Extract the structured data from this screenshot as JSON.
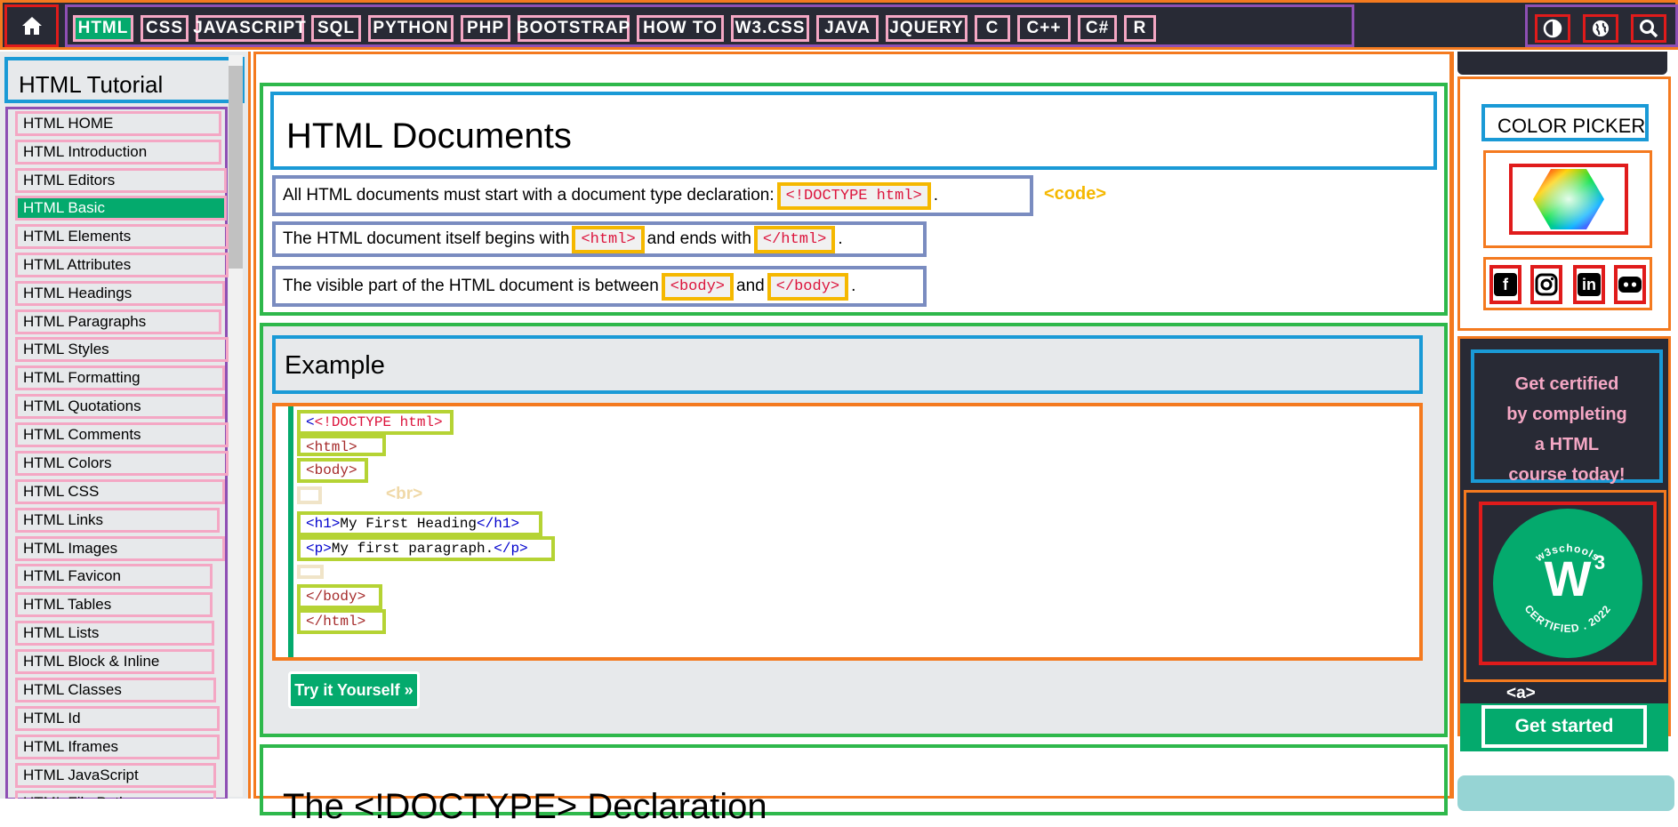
{
  "topnav": {
    "items": [
      "HTML",
      "CSS",
      "JAVASCRIPT",
      "SQL",
      "PYTHON",
      "PHP",
      "BOOTSTRAP",
      "HOW TO",
      "W3.CSS",
      "JAVA",
      "JQUERY",
      "C",
      "C++",
      "C#",
      "R"
    ],
    "active": "HTML",
    "icons": [
      "home-icon",
      "contrast-icon",
      "globe-icon",
      "search-icon"
    ]
  },
  "sidebar": {
    "title": "HTML Tutorial",
    "items": [
      "HTML HOME",
      "HTML Introduction",
      "HTML Editors",
      "HTML Basic",
      "HTML Elements",
      "HTML Attributes",
      "HTML Headings",
      "HTML Paragraphs",
      "HTML Styles",
      "HTML Formatting",
      "HTML Quotations",
      "HTML Comments",
      "HTML Colors",
      "HTML CSS",
      "HTML Links",
      "HTML Images",
      "HTML Favicon",
      "HTML Tables",
      "HTML Lists",
      "HTML Block & Inline",
      "HTML Classes",
      "HTML Id",
      "HTML Iframes",
      "HTML JavaScript",
      "HTML File Paths"
    ],
    "active": "HTML Basic"
  },
  "main": {
    "section_title": "HTML Documents",
    "p1": {
      "text": "All HTML documents must start with a document type declaration:",
      "code": "<!DOCTYPE html>",
      "end": "."
    },
    "p2": {
      "t1": "The HTML document itself begins with",
      "c1": "<html>",
      "t2": "and ends with",
      "c2": "</html>",
      "end": "."
    },
    "p3": {
      "t1": "The visible part of the HTML document is between",
      "c1": "<body>",
      "t2": "and",
      "c2": "</body>",
      "end": "."
    },
    "code_label": "<code>",
    "example_title": "Example",
    "br_label": "<br>",
    "code": {
      "doctype": "<!DOCTYPE html>",
      "html_open": "<html>",
      "body_open": "<body>",
      "h1_open": "<h1>",
      "h1_text": "My First Heading",
      "h1_close": "</h1>",
      "p_open": "<p>",
      "p_text": "My first paragraph.",
      "p_close": "</p>",
      "body_close": "</body>",
      "html_close": "</html>"
    },
    "try_button": "Try it Yourself »",
    "next_title": "The <!DOCTYPE> Declaration"
  },
  "right": {
    "picker_title": "COLOR PICKER",
    "social": [
      "facebook-icon",
      "instagram-icon",
      "linkedin-icon",
      "discord-icon"
    ],
    "cert_line1": "Get certified",
    "cert_line2": "by completing",
    "cert_line3": "a HTML",
    "cert_line4": "course today!",
    "badge_top": "w3schools",
    "badge_bottom": "CERTIFIED . 2022",
    "a_label": "<a>",
    "get_started": "Get started"
  },
  "colors": {
    "accent": "#04AA6D",
    "nav_bg": "#282A35",
    "sidebar_bg": "#E7E9EB"
  }
}
